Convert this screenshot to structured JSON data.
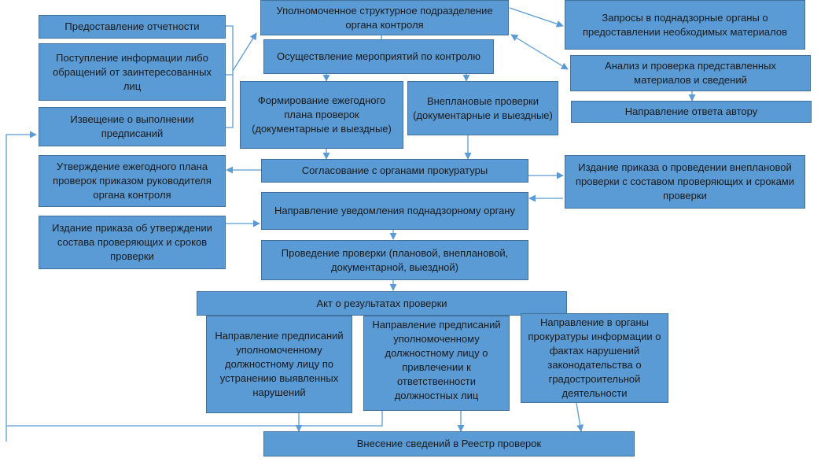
{
  "diagram": {
    "title": "Process of control inspections",
    "nodes": {
      "authorized_unit": "Уполномоченное структурное подразделение  органа контроля",
      "reporting": "Предоставление отчетности",
      "info_receipt": "Поступление информации либо обращений от заинтересованных лиц",
      "notice_execution": "Извещение о выполнении предписаний",
      "control_measures": "Осуществление мероприятий по контролю",
      "requests": "Запросы в поднадзорные органы о предоставлении необходимых материалов",
      "analysis": "Анализ и проверка представленных материалов и сведений",
      "answer_author": "Направление ответа автору",
      "annual_plan": "Формирование ежегодного плана проверок (документарные и выездные)",
      "unscheduled": "Внеплановые проверки (документарные и выездные)",
      "approve_plan": "Утверждение ежегодного плана проверок приказом руководителя органа контроля",
      "prosecutor_agreement": "Согласование с органами прокуратуры",
      "order_unscheduled": "Издание приказа о проведении внеплановой проверки с составом проверяющих и сроками проверки",
      "notify_body": "Направление уведомления поднадзорному органу",
      "order_approval": "Издание приказа об утверждении состава проверяющих и сроков проверки",
      "conduct_inspection": "Проведение проверки (плановой, внеплановой, документарной, выездной)",
      "act_results": "Акт о результатах проверки",
      "prescriptions_fix": "Направление предписаний уполномоченному должностному лицу по устранению выявленных нарушений",
      "prescriptions_liability": "Направление предписаний уполномоченному должностному лицу о привлечении к ответственности должностных лиц",
      "prosecutor_info": "Направление в органы прокуратуры информации о фактах нарушений законодательства о градостроительной деятельности",
      "registry": "Внесение сведений в Реестр проверок"
    }
  }
}
